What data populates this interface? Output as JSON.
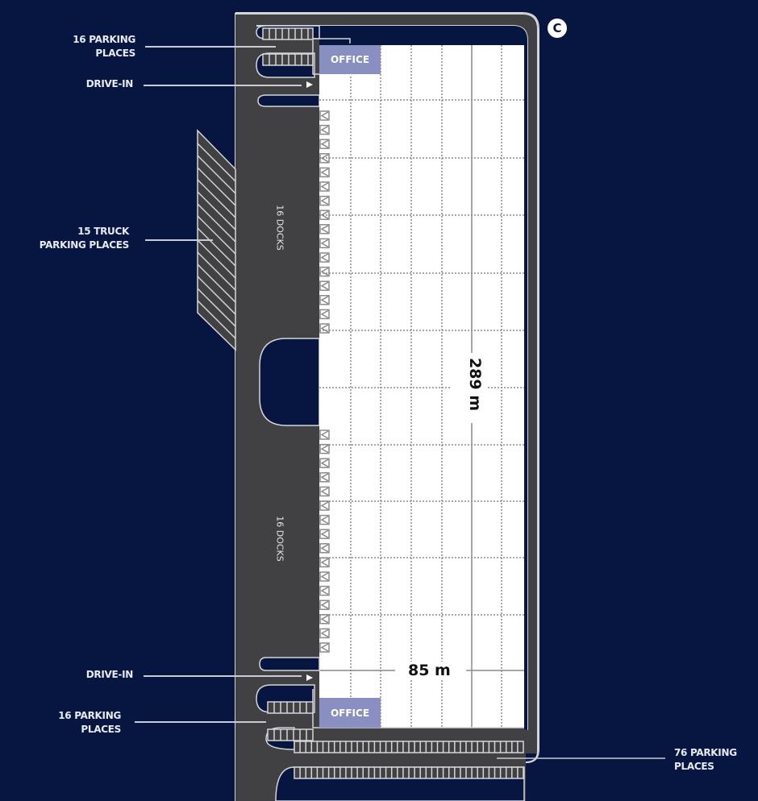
{
  "colors": {
    "background": "#061641",
    "road": "#414143",
    "road_edge": "#d6d6d8",
    "building": "#ffffff",
    "office": "#8a8fc2",
    "grid": "#8a8a8a"
  },
  "badge": {
    "letter": "C"
  },
  "labels": {
    "parking_top": "16 PARKING\nPLACES",
    "drive_in_top": "DRIVE-IN",
    "truck_parking": "15 TRUCK\nPARKING PLACES",
    "drive_in_bottom": "DRIVE-IN",
    "parking_bottom": "16 PARKING\nPLACES",
    "parking_76": "76 PARKING\nPLACES"
  },
  "building": {
    "office_top": "OFFICE",
    "office_bottom": "OFFICE",
    "docks_upper": "16 DOCKS",
    "docks_lower": "16 DOCKS",
    "length": "289 m",
    "width": "85 m",
    "dock_count_upper": 16,
    "dock_count_lower": 16
  },
  "icons": {
    "drive_in_arrow_top": "triangle-right-icon",
    "drive_in_arrow_bottom": "triangle-right-icon",
    "dock_door": "dock-door-icon"
  }
}
